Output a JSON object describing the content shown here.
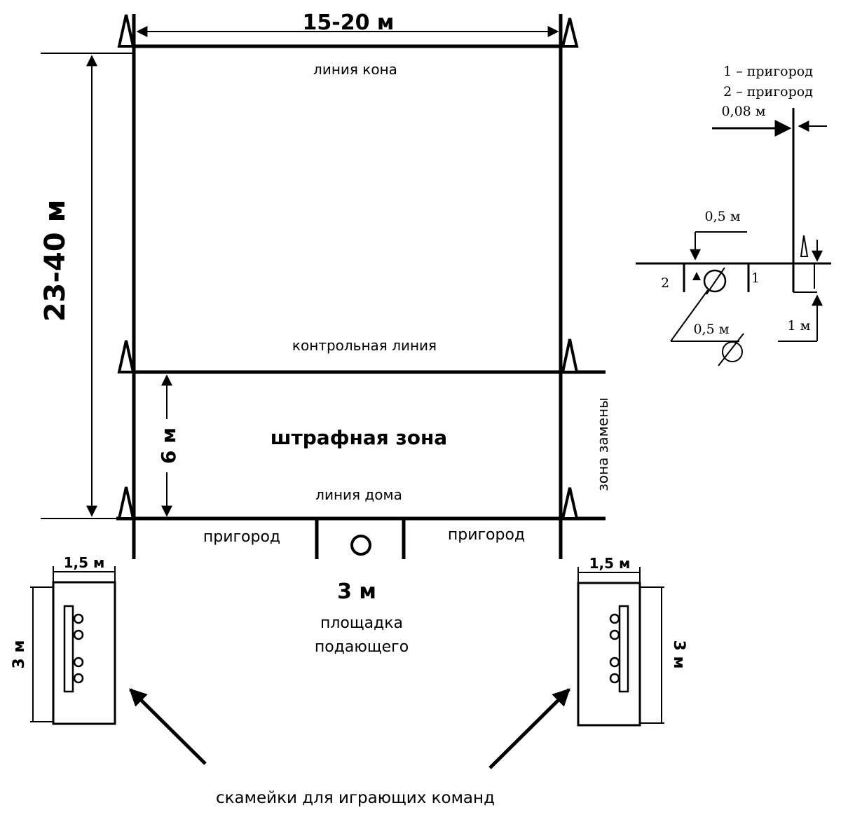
{
  "field": {
    "width_label": "15-20 м",
    "length_label": "23-40 м",
    "kon_line": "линия кона",
    "control_line": "контрольная линия",
    "penalty_zone": "штрафная зона",
    "penalty_depth": "6 м",
    "home_line": "линия дома",
    "substitution_zone": "зона замены",
    "suburb_left": "пригород",
    "suburb_right": "пригород"
  },
  "server_area": {
    "width": "3 м",
    "label_line1": "площадка",
    "label_line2": "подающего"
  },
  "benches": {
    "left_width": "1,5 м",
    "left_height": "3 м",
    "right_width": "1,5 м",
    "right_height": "3 м",
    "caption": "скамейки для играющих команд"
  },
  "detail": {
    "legend1": "1 – пригород",
    "legend2": "2 – пригород",
    "post_gap": "0,08 м",
    "zone_half": "0,5 м",
    "circle_diam": "0,5 м",
    "depth": "1 м",
    "marker_2": "2",
    "marker_1": "1"
  }
}
